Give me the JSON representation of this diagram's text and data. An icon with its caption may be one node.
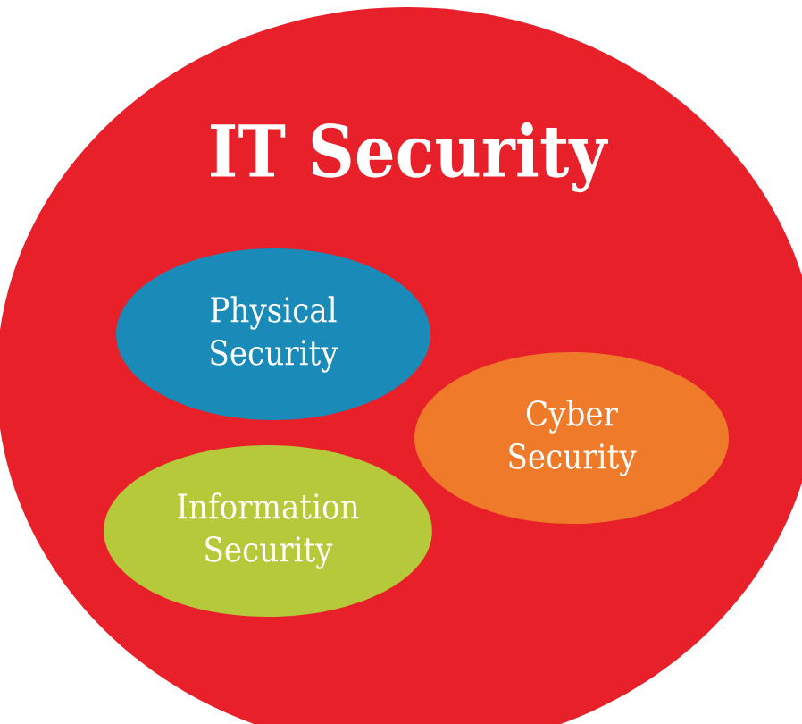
{
  "diagram": {
    "nodes": [
      {
        "text": [
          "IT Security"
        ]
      },
      {
        "text": [
          "Physical Security"
        ],
        "in": 0
      },
      {
        "text": [
          "Cyber Security"
        ],
        "in": 0
      },
      {
        "text": [
          "Information Security"
        ],
        "in": 0
      }
    ]
  }
}
